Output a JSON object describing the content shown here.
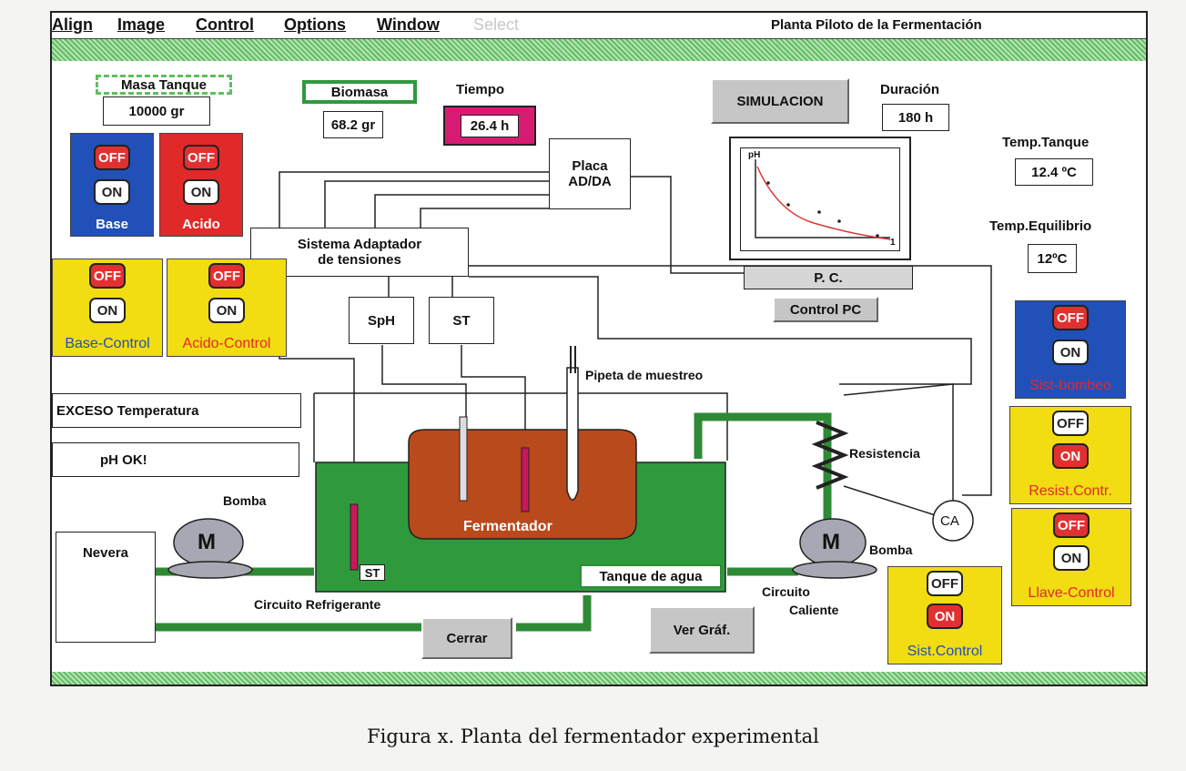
{
  "menu": {
    "items": [
      "Align",
      "Image",
      "Control",
      "Options",
      "Window",
      "Select"
    ],
    "title": "Planta Piloto de la Fermentación"
  },
  "readouts": {
    "masa_label": "Masa Tanque",
    "masa_value": "10000 gr",
    "biomasa_label": "Biomasa",
    "biomasa_value": "68.2 gr",
    "tiempo_label": "Tiempo",
    "tiempo_value": "26.4 h",
    "duracion_label": "Duración",
    "duracion_value": "180 h",
    "temp_tanque_label": "Temp.Tanque",
    "temp_tanque_value": "12.4 ºC",
    "temp_equil_label": "Temp.Equilibrio",
    "temp_equil_value": "12ºC"
  },
  "buttons": {
    "simulacion": "SIMULACION",
    "control_pc": "Control PC",
    "cerrar": "Cerrar",
    "ver_graf": "Ver Gráf.",
    "off": "OFF",
    "on": "ON"
  },
  "panels": {
    "base": "Base",
    "acido": "Acido",
    "base_control": "Base-Control",
    "acido_control": "Acido-Control",
    "sist_bombeo": "Sist-bombeo",
    "resist_contr": "Resist.Contr.",
    "llave_control": "Llave-Control",
    "sist_control": "Sist.Control"
  },
  "status": {
    "exceso": "EXCESO   Temperatura",
    "ph": "pH     OK!"
  },
  "diagram": {
    "placa_1": "Placa",
    "placa_2": "AD/DA",
    "adaptador_1": "Sistema Adaptador",
    "adaptador_2": "de tensiones",
    "sph": "SpH",
    "st": "ST",
    "st_probe": "ST",
    "pc": "P. C.",
    "pipeta": "Pipeta de muestreo",
    "resistencia": "Resistencia",
    "ca": "CA",
    "fermentador": "Fermentador",
    "tanque_agua": "Tanque de agua",
    "nevera": "Nevera",
    "bomba": "Bomba",
    "motor": "M",
    "circuito_refrigerante": "Circuito Refrigerante",
    "circuito_caliente_1": "Circuito",
    "circuito_caliente_2": "Caliente",
    "plot_ph": "pH",
    "plot_one": "1"
  },
  "caption": "Figura x.  Planta del fermentador experimental",
  "colors": {
    "blue_panel": "#2150b8",
    "red_panel": "#e02a2a",
    "yellow_panel": "#f2dc12",
    "water": "#2f9a3c",
    "broth": "#b94a1c",
    "tiempo_bg": "#d81b72"
  }
}
